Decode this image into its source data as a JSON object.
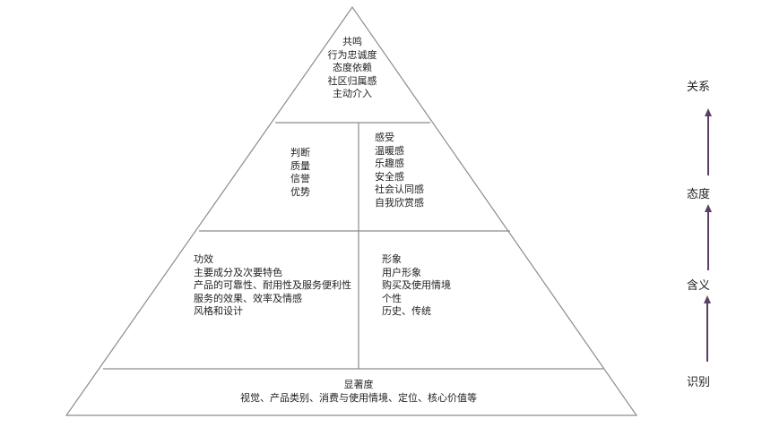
{
  "pyramid": {
    "resonance": {
      "title": "共鸣",
      "items": [
        "行为忠诚度",
        "态度依赖",
        "社区归属感",
        "主动介入"
      ]
    },
    "judgments": {
      "items": [
        "判断",
        "质量",
        "信誉",
        "优势"
      ]
    },
    "feelings": {
      "items": [
        "感受",
        "温暖感",
        "乐趣感",
        "安全感",
        "社会认同感",
        "自我欣赏感"
      ]
    },
    "performance": {
      "items": [
        "功效",
        "主要成分及次要特色",
        "产品的可靠性、耐用性及服务便利性",
        "服务的效果、效率及情感",
        "风格和设计"
      ]
    },
    "imagery": {
      "items": [
        "形象",
        "用户形象",
        "购买及使用情境",
        "个性",
        "历史、传统"
      ]
    },
    "salience": {
      "title": "显著度",
      "detail": "视觉、产品类别、消费与使用情境、定位、核心价值等"
    }
  },
  "levels": {
    "relationships": "关系",
    "responses": "态度",
    "meaning": "含义",
    "identity": "识别"
  },
  "colors": {
    "pyramid_line": "#8c8c8c",
    "arrow": "#5a3f66",
    "text": "#222222"
  }
}
